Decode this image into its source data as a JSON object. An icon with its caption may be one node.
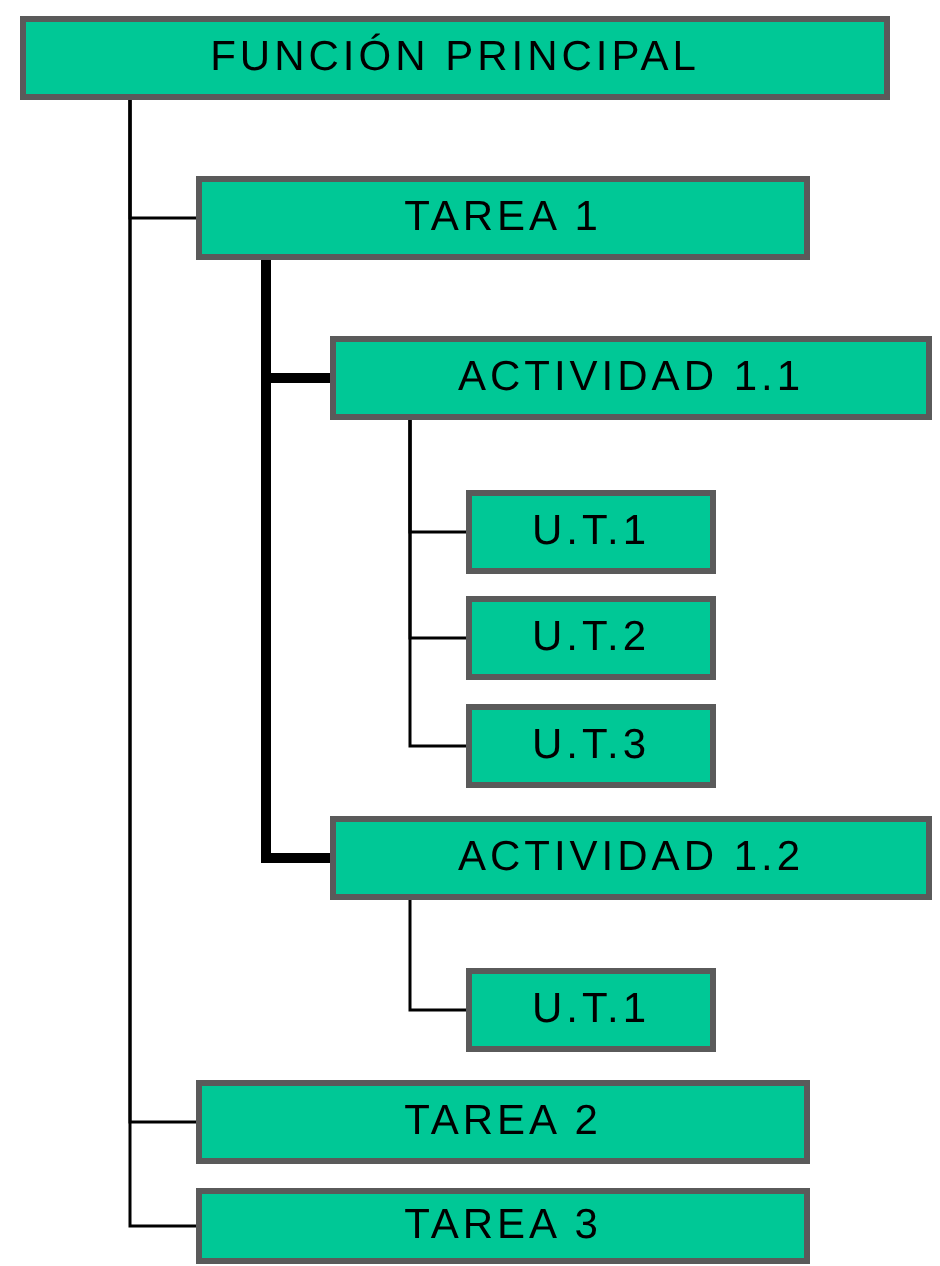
{
  "diagram": {
    "nodes": [
      {
        "text": [
          "FUNCIÓN PRINCIPAL"
        ]
      },
      {
        "text": [
          "TAREA 1"
        ]
      },
      {
        "text": [
          "ACTIVIDAD 1.1"
        ]
      },
      {
        "text": [
          "U.T.1"
        ]
      },
      {
        "text": [
          "U.T.2"
        ]
      },
      {
        "text": [
          "U.T.3"
        ]
      },
      {
        "text": [
          "ACTIVIDAD 1.2"
        ]
      },
      {
        "text": [
          "U.T.1"
        ]
      },
      {
        "text": [
          "TAREA 2"
        ]
      },
      {
        "text": [
          "TAREA 3"
        ]
      }
    ],
    "edges": [
      {
        "from": 0,
        "to": 1,
        "arrow": "none"
      },
      {
        "from": 1,
        "to": 2,
        "arrow": "none",
        "style": "thick"
      },
      {
        "from": 2,
        "to": 3,
        "arrow": "none"
      },
      {
        "from": 2,
        "to": 4,
        "arrow": "none"
      },
      {
        "from": 2,
        "to": 5,
        "arrow": "none"
      },
      {
        "from": 1,
        "to": 6,
        "arrow": "none",
        "style": "thick"
      },
      {
        "from": 6,
        "to": 7,
        "arrow": "none"
      },
      {
        "from": 0,
        "to": 8,
        "arrow": "none"
      },
      {
        "from": 0,
        "to": 9,
        "arrow": "none"
      }
    ]
  }
}
